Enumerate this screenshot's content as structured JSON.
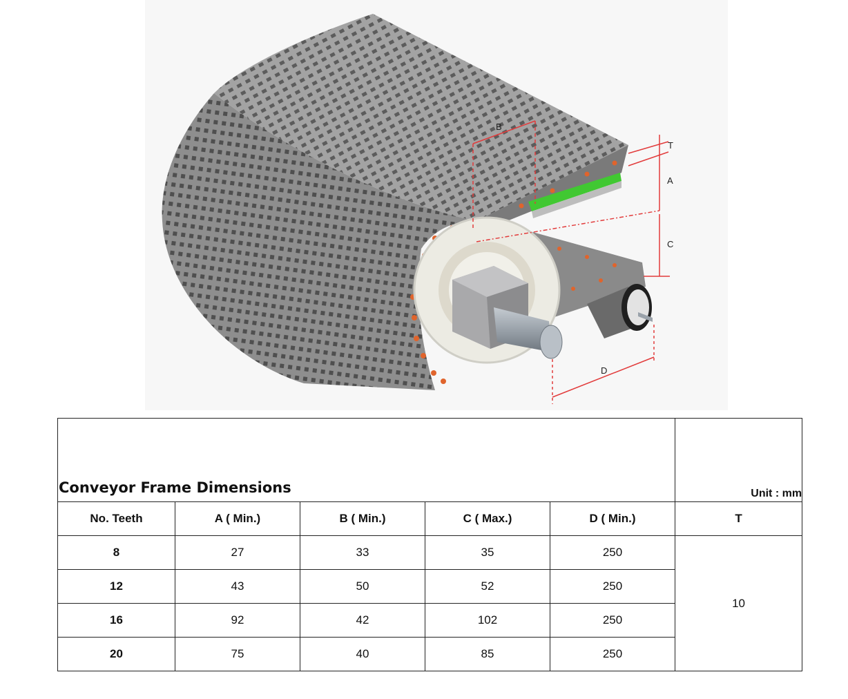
{
  "figure": {
    "labels": {
      "a": "A",
      "b": "B",
      "c": "C",
      "d": "D",
      "t": "T"
    },
    "colors": {
      "belt": "#9c9c9c",
      "belt_dark": "#6f6f6f",
      "hole": "#585858",
      "pin": "#e0642c",
      "sprocket": "#ecebe3",
      "hub": "#a9a9ab",
      "shaft": "#9ea6ae",
      "wear_strip": "#41c832",
      "dimension": "#e23b3b"
    }
  },
  "table": {
    "title": "Conveyor Frame Dimensions",
    "unit": "Unit : mm",
    "headers": [
      "No. Teeth",
      "A ( Min.)",
      "B ( Min.)",
      "C ( Max.)",
      "D ( Min.)",
      "T"
    ],
    "rows": [
      {
        "teeth": "8",
        "a": "27",
        "b": "33",
        "c": "35",
        "d": "250"
      },
      {
        "teeth": "12",
        "a": "43",
        "b": "50",
        "c": "52",
        "d": "250"
      },
      {
        "teeth": "16",
        "a": "92",
        "b": "42",
        "c": "102",
        "d": "250"
      },
      {
        "teeth": "20",
        "a": "75",
        "b": "40",
        "c": "85",
        "d": "250"
      }
    ],
    "t_value": "10"
  }
}
